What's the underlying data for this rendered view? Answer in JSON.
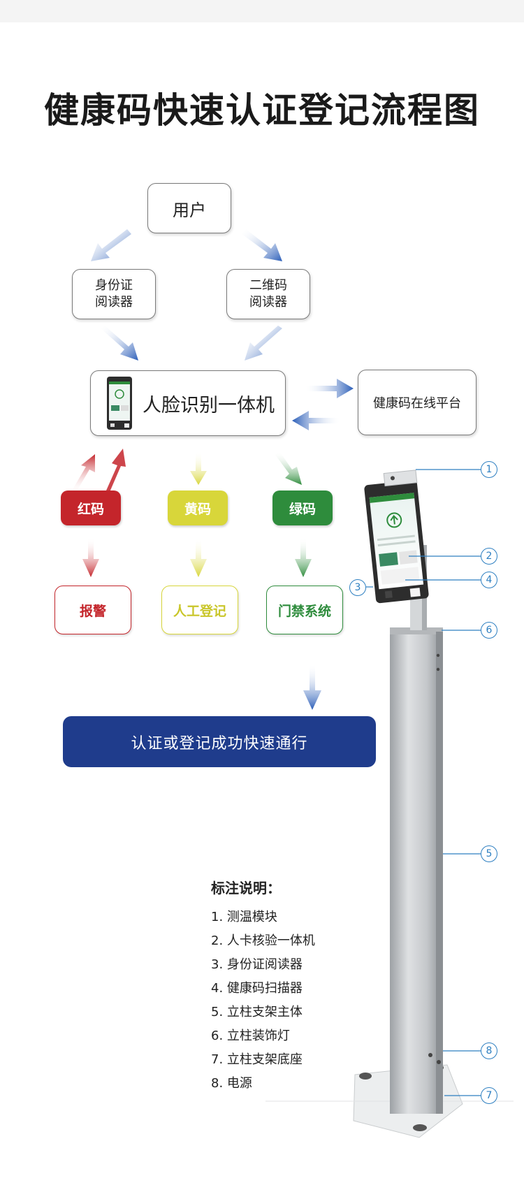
{
  "title": "健康码快速认证登记流程图",
  "flow": {
    "user": "用户",
    "id_reader": "身份证\n阅读器",
    "qr_reader": "二维码\n阅读器",
    "face_device": "人脸识别一体机",
    "platform": "健康码在线平台",
    "status": {
      "red": "红码",
      "yellow": "黄码",
      "green": "绿码"
    },
    "outcome": {
      "red": "报警",
      "yellow": "人工登记",
      "green": "门禁系统"
    },
    "pass": "认证或登记成功快速通行"
  },
  "legend": {
    "title": "标注说明：",
    "items": [
      "1. 测温模块",
      "2. 人卡核验一体机",
      "3. 身份证阅读器",
      "4. 健康码扫描器",
      "5. 立柱支架主体",
      "6. 立柱装饰灯",
      "7. 立柱支架底座",
      "8. 电源"
    ]
  },
  "callouts": [
    "1",
    "2",
    "3",
    "4",
    "5",
    "6",
    "7",
    "8"
  ],
  "colors": {
    "red": "#c4252b",
    "yellow": "#d8d63a",
    "green": "#2e8c3c",
    "navy": "#1f3c8c",
    "callout": "#2d7fc1"
  },
  "icons": [
    "arrow-icon",
    "device-illustration"
  ]
}
